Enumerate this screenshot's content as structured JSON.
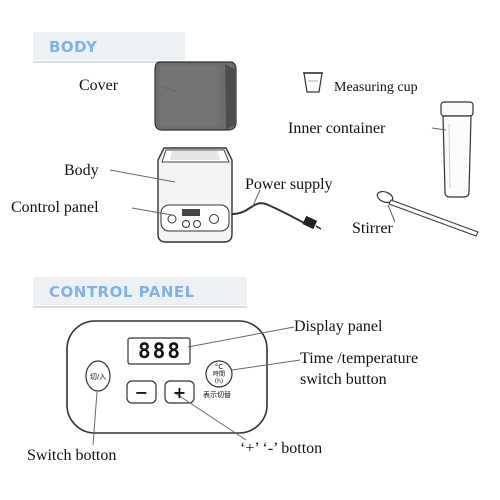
{
  "sections": {
    "body_title": "BODY",
    "control_panel_title": "CONTROL PANEL"
  },
  "body_labels": {
    "cover": "Cover",
    "body": "Body",
    "control_panel": "Control panel",
    "power_supply": "Power supply",
    "measuring_cup": "Measuring cup",
    "inner_container": "Inner container",
    "stirrer": "Stirrer"
  },
  "panel_labels": {
    "display_panel": "Display panel",
    "time_temp_line1": "Time /temperature",
    "time_temp_line2": "switch button",
    "switch_button": "Switch botton",
    "plus_minus_button": "‘+’ ‘-’  botton"
  },
  "panel_buttons": {
    "power_label": "切/入",
    "minus": "−",
    "plus": "+",
    "display_digits": "888",
    "switch_top": "時間",
    "switch_mid": "(h)",
    "switch_caption": "表示切替"
  }
}
